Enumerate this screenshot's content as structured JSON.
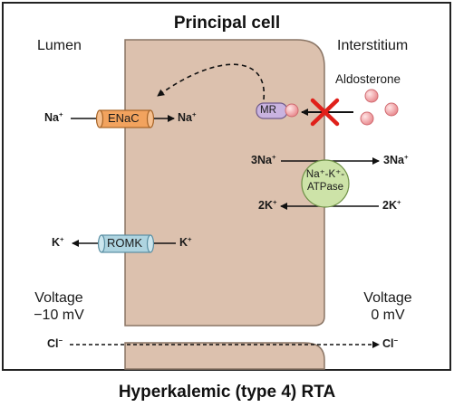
{
  "title": "Principal cell",
  "caption": "Hyperkalemic (type 4) RTA",
  "regions": {
    "lumen": "Lumen",
    "interstitium": "Interstitium"
  },
  "hormone": {
    "name": "Aldosterone",
    "receptor": "MR",
    "blocked": true
  },
  "channels": {
    "enac": "ENaC",
    "romk": "ROMK"
  },
  "pump": {
    "line1": "Na⁺-K⁺-",
    "line2": "ATPase"
  },
  "ions": {
    "na_in": "Na",
    "na_out": "Na",
    "k_in": "K",
    "k_out": "K",
    "na3_in": "3Na",
    "na3_out": "3Na",
    "k2_out": "2K",
    "k2_in": "2K",
    "cl_left": "Cl",
    "cl_right": "Cl",
    "plus": "+",
    "minus": "−"
  },
  "voltage": {
    "lumen_label": "Voltage",
    "lumen_value": "−10 mV",
    "interstitium_label": "Voltage",
    "interstitium_value": "0 mV"
  },
  "colors": {
    "cell": "#dcc1ae",
    "enac": "#f2a35e",
    "romk": "#aed4e0",
    "mr": "#c9b3e0",
    "pump": "#cde3a8",
    "aldosterone": "#f0a0a4",
    "block": "#e0201a"
  }
}
